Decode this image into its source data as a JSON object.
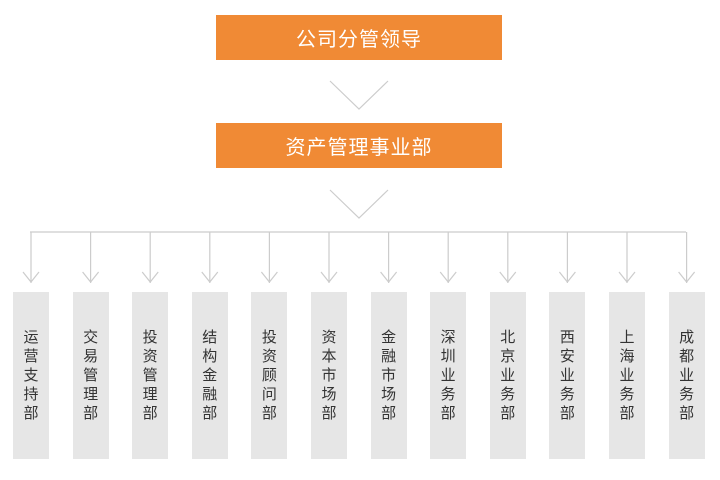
{
  "top": {
    "label": "公司分管领导"
  },
  "middle": {
    "label": "资产管理事业部"
  },
  "departments": [
    {
      "label": "运营支持部"
    },
    {
      "label": "交易管理部"
    },
    {
      "label": "投资管理部"
    },
    {
      "label": "结构金融部"
    },
    {
      "label": "投资顾问部"
    },
    {
      "label": "资本市场部"
    },
    {
      "label": "金融市场部"
    },
    {
      "label": "深圳业务部"
    },
    {
      "label": "北京业务部"
    },
    {
      "label": "西安业务部"
    },
    {
      "label": "上海业务部"
    },
    {
      "label": "成都业务部"
    }
  ],
  "colors": {
    "accent": "#f08a35",
    "dept_bg": "#e6e6e6",
    "line": "#cccccc"
  }
}
